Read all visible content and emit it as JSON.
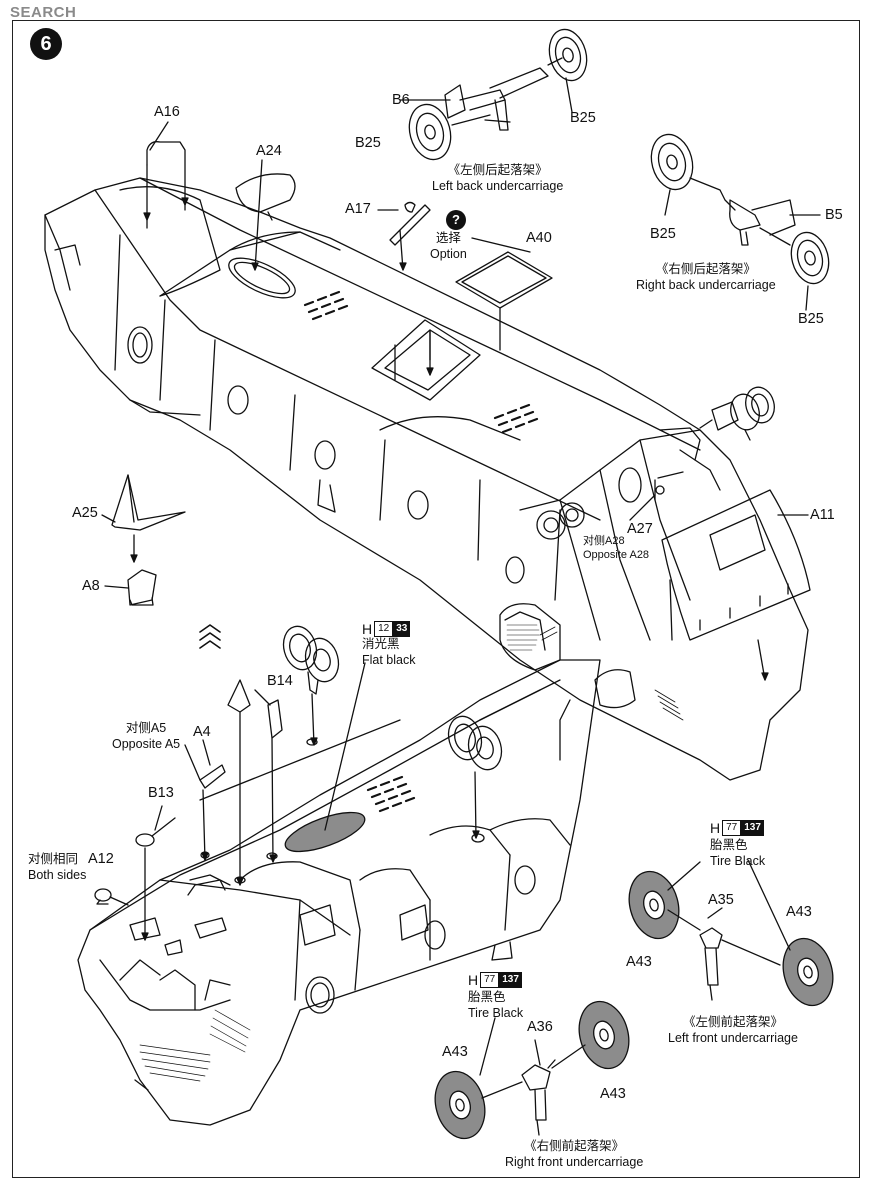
{
  "watermark": {
    "brand": "SEARCH",
    "brand_prefix": "",
    "url": ""
  },
  "step_number": "6",
  "parts": {
    "A16": "A16",
    "A24": "A24",
    "A17": "A17",
    "A40": "A40",
    "A25": "A25",
    "A8": "A8",
    "B6": "B6",
    "B25_top": "B25",
    "B25_left": "B25",
    "B25_right_left": "B25",
    "B25_right_bottom": "B25",
    "B5": "B5",
    "A11": "A11",
    "A27": "A27",
    "B14": "B14",
    "A4": "A4",
    "B13": "B13",
    "A12": "A12",
    "A35": "A35",
    "A43_a": "A43",
    "A43_b": "A43",
    "A43_c": "A43",
    "A43_d": "A43",
    "A36": "A36"
  },
  "option": {
    "symbol": "?",
    "label_cn": "选择",
    "label_en": "Option"
  },
  "opposite_a28": {
    "cn": "对侧A28",
    "en": "Opposite A28"
  },
  "opposite_a5": {
    "cn": "对侧A5",
    "en": "Opposite A5"
  },
  "both_sides": {
    "cn": "对侧相同",
    "en": "Both sides"
  },
  "captions": {
    "left_back": {
      "cn": "《左侧后起落架》",
      "en": "Left back undercarriage"
    },
    "right_back": {
      "cn": "《右侧后起落架》",
      "en": "Right back undercarriage"
    },
    "left_front": {
      "cn": "《左侧前起落架》",
      "en": "Left front undercarriage"
    },
    "right_front": {
      "cn": "《右侧前起落架》",
      "en": "Right front undercarriage"
    }
  },
  "paints": {
    "flat_black": {
      "prefix": "H",
      "code1": "12",
      "code2": "33",
      "cn": "消光黑",
      "en": "Flat black"
    },
    "tire_black_1": {
      "prefix": "H",
      "code1": "77",
      "code2": "137",
      "cn": "胎黑色",
      "en": "Tire Black"
    },
    "tire_black_2": {
      "prefix": "H",
      "code1": "77",
      "code2": "137",
      "cn": "胎黑色",
      "en": "Tire Black"
    }
  },
  "colors": {
    "ink": "#111111",
    "tire_fill": "#8c8c8c",
    "hull_fill": "#ffffff",
    "watermark_red": "#c0392b"
  }
}
